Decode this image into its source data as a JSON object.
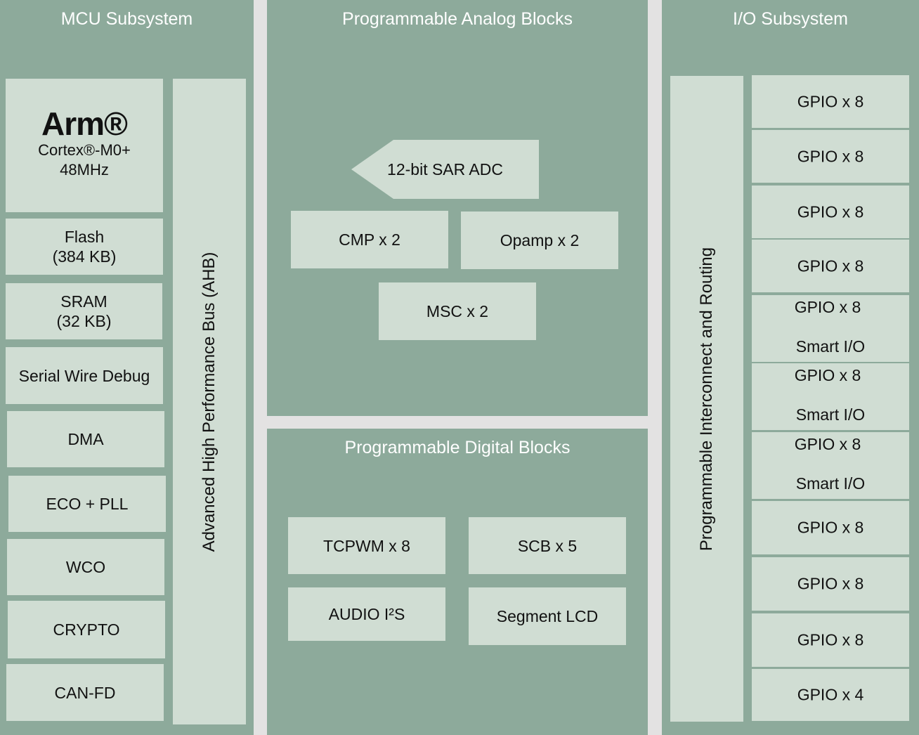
{
  "mcu": {
    "title": "MCU Subsystem",
    "cpu": {
      "brand": "Arm®",
      "core": "Cortex®-M0+",
      "freq": "48MHz"
    },
    "flash": {
      "line1": "Flash",
      "line2": "(384 KB)"
    },
    "sram": {
      "line1": "SRAM",
      "line2": "(32 KB)"
    },
    "swd": "Serial Wire Debug",
    "dma": "DMA",
    "eco": "ECO + PLL",
    "wco": "WCO",
    "crypto": "CRYPTO",
    "canfd": "CAN-FD",
    "bus": "Advanced High Performance Bus (AHB)"
  },
  "analog": {
    "title": "Programmable Analog Blocks",
    "adc": "12-bit SAR ADC",
    "cmp": "CMP x 2",
    "opamp": "Opamp x 2",
    "msc": "MSC x 2"
  },
  "digital": {
    "title": "Programmable Digital Blocks",
    "tcpwm": "TCPWM x 8",
    "scb": "SCB x 5",
    "audio": "AUDIO I²S",
    "lcd": "Segment LCD"
  },
  "io": {
    "title": "I/O Subsystem",
    "interconnect": "Programmable Interconnect and Routing",
    "gpio": [
      {
        "label": "GPIO x 8",
        "sub": ""
      },
      {
        "label": "GPIO x 8",
        "sub": ""
      },
      {
        "label": "GPIO x 8",
        "sub": ""
      },
      {
        "label": "GPIO x 8",
        "sub": ""
      },
      {
        "label": "GPIO x 8",
        "sub": "Smart I/O"
      },
      {
        "label": "GPIO x 8",
        "sub": "Smart I/O"
      },
      {
        "label": "GPIO x 8",
        "sub": "Smart I/O"
      },
      {
        "label": "GPIO x 8",
        "sub": ""
      },
      {
        "label": "GPIO x 8",
        "sub": ""
      },
      {
        "label": "GPIO x 8",
        "sub": ""
      },
      {
        "label": "GPIO x 4",
        "sub": ""
      }
    ]
  },
  "colors": {
    "panel": "#8daa9b",
    "block": "#d0ddd3",
    "background": "#e3e2e2",
    "title_text": "#ffffff"
  }
}
